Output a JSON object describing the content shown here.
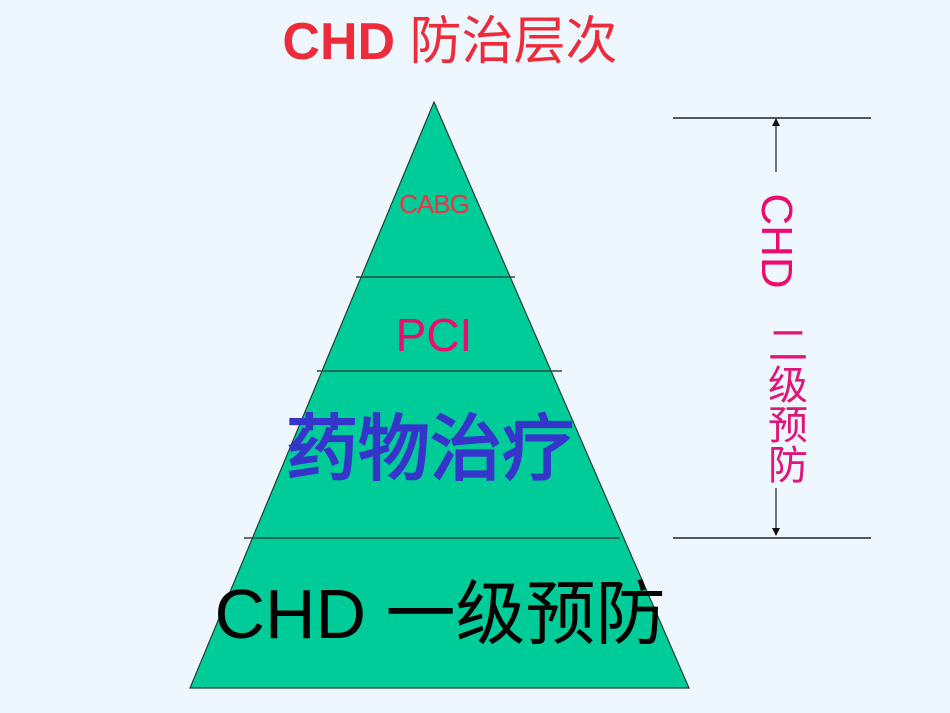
{
  "title": {
    "latin": "CHD",
    "cjk": "防治层次"
  },
  "pyramid": {
    "fill_color": "#00cc99",
    "levels": [
      {
        "label": "CABG",
        "color": "#ee3340"
      },
      {
        "label": "PCI",
        "color": "#ee0a6e"
      },
      {
        "label": "药物治疗",
        "color": "#3535cc"
      },
      {
        "label_latin": "CHD",
        "label_cjk": "一级预防",
        "color": "#000000"
      }
    ]
  },
  "secondary_prevention": {
    "latin": "CHD",
    "cjk": "二级预防",
    "color": "#ee0a6e"
  },
  "colors": {
    "background": "#eff7fe",
    "title": "#ee2b3b",
    "lines": "#222222"
  }
}
